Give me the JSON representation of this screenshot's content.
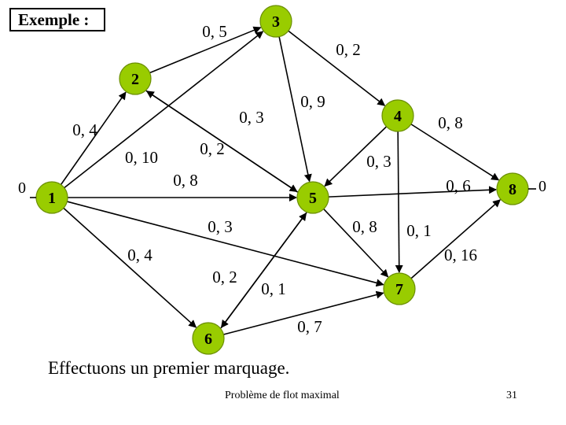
{
  "title": "Exemple :",
  "caption": "Effectuons un premier marquage.",
  "footer": "Problème de flot maximal",
  "page_number": "31",
  "colors": {
    "node_fill": "#99cc00",
    "node_stroke": "#6b8f00",
    "edge": "#000000"
  },
  "nodes": [
    "1",
    "2",
    "3",
    "4",
    "5",
    "6",
    "7",
    "8"
  ],
  "edges": [
    {
      "from": "1",
      "to": "2",
      "label": "0, 4"
    },
    {
      "from": "2",
      "to": "3",
      "label": "0, 5"
    },
    {
      "from": "3",
      "to": "4",
      "label": "0, 2"
    },
    {
      "from": "1",
      "to": "3",
      "label": "0, 10"
    },
    {
      "from": "5",
      "to": "2",
      "label": "0, 3"
    },
    {
      "from": "3",
      "to": "5",
      "label": "0, 9"
    },
    {
      "from": "2",
      "to": "5",
      "label": "0, 2"
    },
    {
      "from": "1",
      "to": "5",
      "label": "0, 8"
    },
    {
      "from": "4",
      "to": "5",
      "label": "0, 3"
    },
    {
      "from": "4",
      "to": "8",
      "label": "0, 8"
    },
    {
      "from": "5",
      "to": "8",
      "label": "0, 6"
    },
    {
      "from": "1",
      "to": "7",
      "label": "0, 3"
    },
    {
      "from": "5",
      "to": "7",
      "label": "0, 8"
    },
    {
      "from": "1",
      "to": "6",
      "label": "0, 4"
    },
    {
      "from": "5",
      "to": "6",
      "label": "0, 2"
    },
    {
      "from": "6",
      "to": "5",
      "label": "0, 1"
    },
    {
      "from": "6",
      "to": "7",
      "label": "0, 7"
    },
    {
      "from": "7",
      "to": "8",
      "label": "0, 16"
    },
    {
      "from": "4",
      "to": "7",
      "label": "0, 1"
    }
  ],
  "source_label": "0",
  "sink_label": "0"
}
